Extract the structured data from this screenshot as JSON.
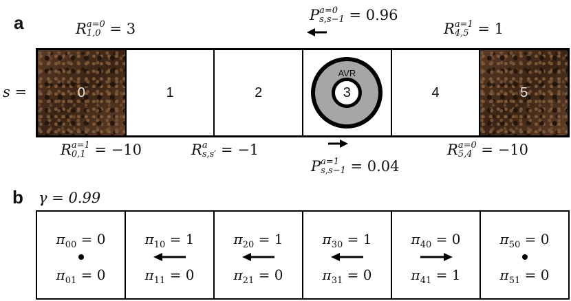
{
  "panel_a": {
    "letter": "a",
    "state_prefix": "s =",
    "states": [
      {
        "id": "0",
        "terrain": "soil"
      },
      {
        "id": "1",
        "terrain": "empty"
      },
      {
        "id": "2",
        "terrain": "empty"
      },
      {
        "id": "3",
        "terrain": "avr"
      },
      {
        "id": "4",
        "terrain": "empty"
      },
      {
        "id": "5",
        "terrain": "soil"
      }
    ],
    "avr_label": "AVR",
    "labels": {
      "r10": {
        "sym": "R",
        "sup": "a=0",
        "sub": "1,0",
        "rhs": "= 3"
      },
      "p_left": {
        "sym": "P",
        "sup": "a=0",
        "sub": "s,s−1",
        "rhs": "= 0.96"
      },
      "a0": "a = 0",
      "r45": {
        "sym": "R",
        "sup": "a=1",
        "sub": "4,5",
        "rhs": "= 1"
      },
      "r01": {
        "sym": "R",
        "sup": "a=1",
        "sub": "0,1",
        "rhs": "= −10"
      },
      "rss": {
        "sym": "R",
        "sup": "a",
        "sub": "s,s′",
        "rhs": "= −1"
      },
      "a1": "a = 1",
      "p_right": {
        "sym": "P",
        "sup": "a=1",
        "sub": "s,s−1",
        "rhs": "= 0.04"
      },
      "r54": {
        "sym": "R",
        "sup": "a=0",
        "sub": "5,4",
        "rhs": "= −10"
      }
    }
  },
  "panel_b": {
    "letter": "b",
    "gamma": "γ = 0.99",
    "policies": [
      {
        "top": {
          "sub": "00",
          "val": "= 0"
        },
        "bot": {
          "sub": "01",
          "val": "= 0"
        },
        "marker": "dot"
      },
      {
        "top": {
          "sub": "10",
          "val": "= 1"
        },
        "bot": {
          "sub": "11",
          "val": "= 0"
        },
        "marker": "left"
      },
      {
        "top": {
          "sub": "20",
          "val": "= 1"
        },
        "bot": {
          "sub": "21",
          "val": "= 0"
        },
        "marker": "left"
      },
      {
        "top": {
          "sub": "30",
          "val": "= 1"
        },
        "bot": {
          "sub": "31",
          "val": "= 0"
        },
        "marker": "left"
      },
      {
        "top": {
          "sub": "40",
          "val": "= 0"
        },
        "bot": {
          "sub": "41",
          "val": "= 1"
        },
        "marker": "right"
      },
      {
        "top": {
          "sub": "50",
          "val": "= 0"
        },
        "bot": {
          "sub": "51",
          "val": "= 0"
        },
        "marker": "dot"
      }
    ]
  }
}
